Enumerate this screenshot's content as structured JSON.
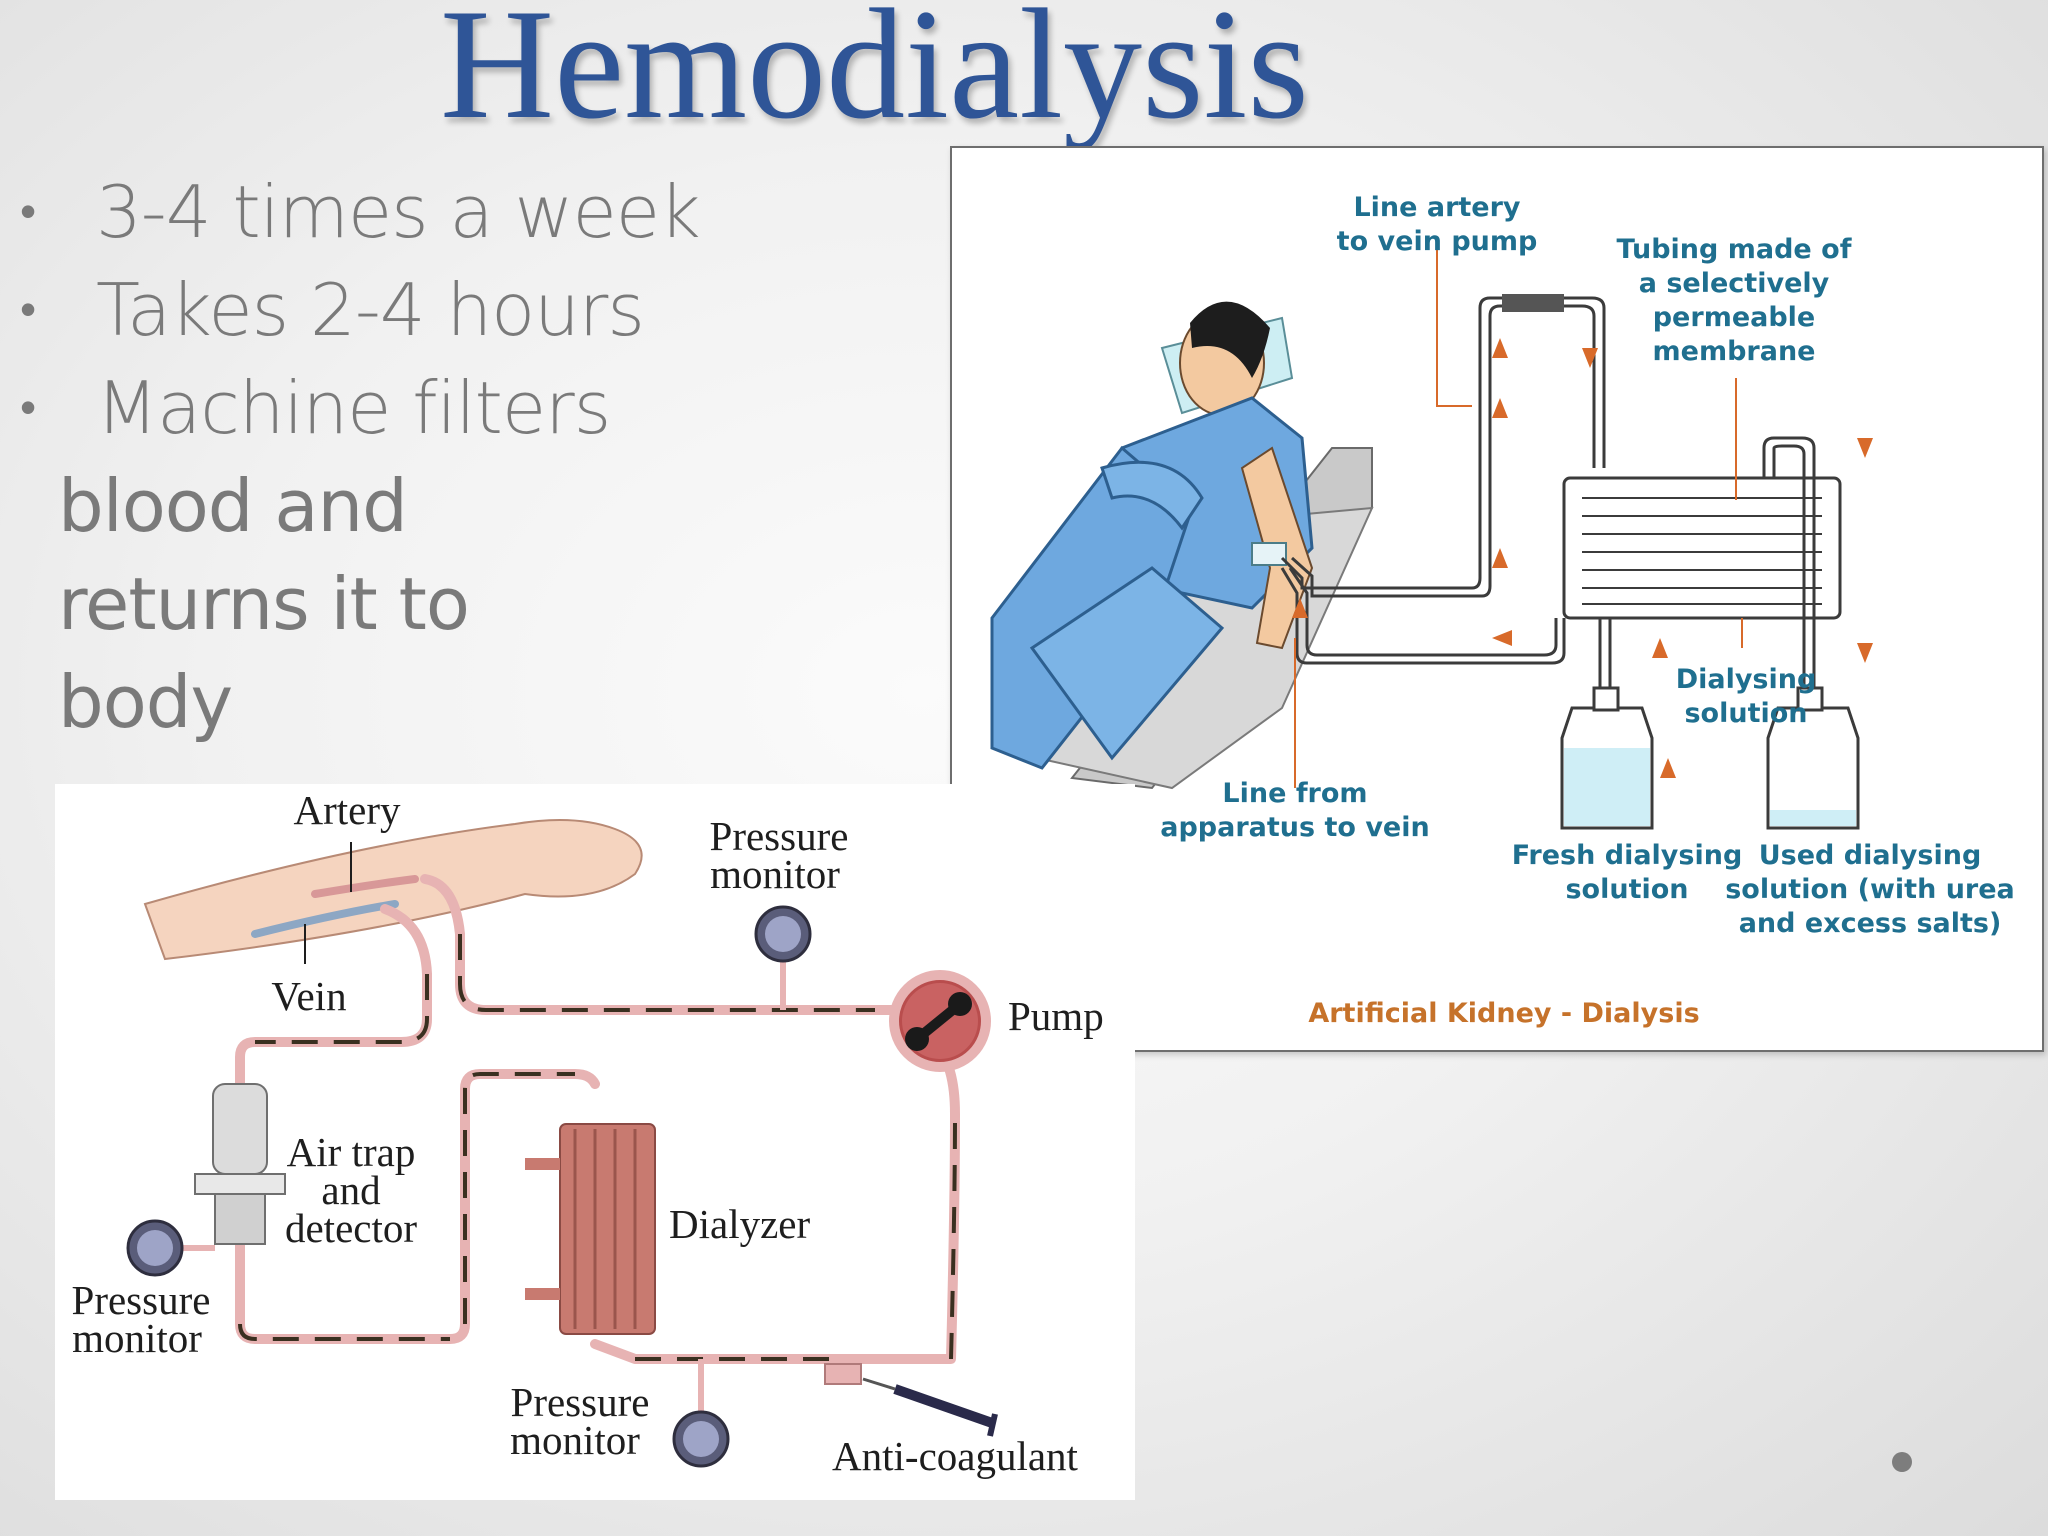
{
  "slide": {
    "title": "Hemodialysis",
    "bullets": [
      "3-4 times a week",
      "Takes 2-4 hours",
      "Machine filters"
    ],
    "bullet_continuation": [
      "blood and",
      "returns it to",
      "body"
    ]
  },
  "right_diagram": {
    "labels": {
      "line_artery_1": "Line artery",
      "line_artery_2": "to vein pump",
      "tubing_1": "Tubing made of",
      "tubing_2": "a selectively",
      "tubing_3": "permeable",
      "tubing_4": "membrane",
      "dialysing_1": "Dialysing",
      "dialysing_2": "solution",
      "line_from_1": "Line from",
      "line_from_2": "apparatus to vein",
      "fresh_1": "Fresh dialysing",
      "fresh_2": "solution",
      "used_1": "Used dialysing",
      "used_2": "solution (with urea",
      "used_3": "and excess salts)"
    },
    "caption": "Artificial Kidney - Dialysis"
  },
  "left_diagram": {
    "labels": {
      "artery": "Artery",
      "vein": "Vein",
      "pressure_top_1": "Pressure",
      "pressure_top_2": "monitor",
      "pump": "Pump",
      "air_trap_1": "Air trap",
      "air_trap_2": "and",
      "air_trap_3": "detector",
      "dialyzer": "Dialyzer",
      "pressure_left_1": "Pressure",
      "pressure_left_2": "monitor",
      "pressure_bottom_1": "Pressure",
      "pressure_bottom_2": "monitor",
      "anticoagulant": "Anti-coagulant"
    }
  },
  "colors": {
    "title": "#2f5597",
    "bullet_text": "#7a7a7a",
    "diagram_label_blue": "#1f6f8f",
    "caption_orange": "#c6722a",
    "tube_pink": "#e8b4b4"
  }
}
